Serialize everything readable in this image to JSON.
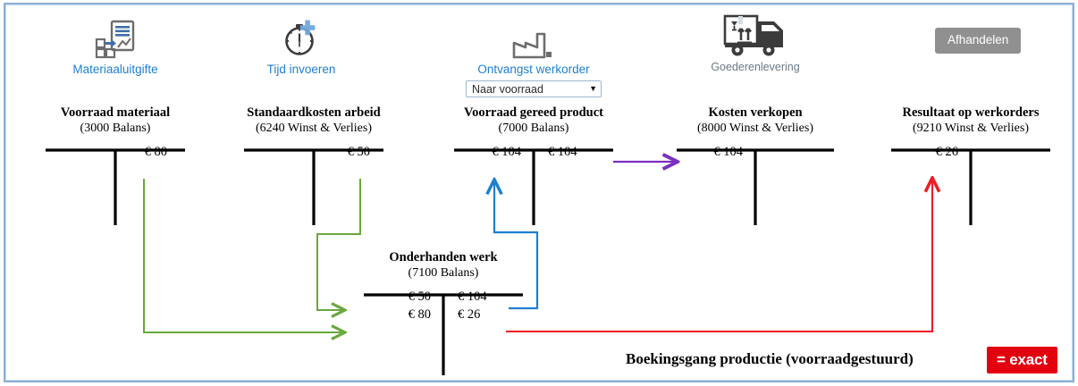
{
  "theme": {
    "frame_border": "#8ab0d6",
    "link_blue": "#1f7fd0",
    "grey_label": "#6b7a86",
    "button_grey": "#909090",
    "exact_red": "#e3000f",
    "flow_green": "#69a83c",
    "flow_blue": "#1f7fd0",
    "flow_purple": "#7b2fbe",
    "flow_red": "#ee1c25",
    "account_black": "#000000"
  },
  "actions": [
    {
      "id": "materiaaluitgifte",
      "icon": "material-issue-icon",
      "label": "Materiaaluitgifte"
    },
    {
      "id": "tijd-invoeren",
      "icon": "stopwatch-plus-icon",
      "label": "Tijd invoeren"
    },
    {
      "id": "ontvangst-werkorder",
      "icon": "factory-icon",
      "label": "Ontvangst werkorder"
    },
    {
      "id": "goederenlevering",
      "icon": "delivery-truck-icon",
      "label": "Goederenlevering"
    }
  ],
  "dropdown": {
    "value": "Naar voorraad",
    "caret": "▼",
    "options": [
      "Naar voorraad"
    ]
  },
  "button": {
    "label": "Afhandelen"
  },
  "accounts": [
    {
      "id": "voorraad-materiaal",
      "title": "Voorraad materiaal",
      "subtitle": "(3000 Balans)",
      "rows": [
        {
          "debit": "",
          "credit": "€ 80"
        }
      ]
    },
    {
      "id": "standaardkosten-arbeid",
      "title": "Standaardkosten arbeid",
      "subtitle": "(6240 Winst & Verlies)",
      "rows": [
        {
          "debit": "",
          "credit": "€ 50"
        }
      ]
    },
    {
      "id": "voorraad-gereed-product",
      "title": "Voorraad gereed product",
      "subtitle": "(7000 Balans)",
      "rows": [
        {
          "debit": "€ 104",
          "credit": "€ 104"
        }
      ]
    },
    {
      "id": "kosten-verkopen",
      "title": "Kosten verkopen",
      "subtitle": "(8000 Winst & Verlies)",
      "rows": [
        {
          "debit": "€ 104",
          "credit": ""
        }
      ]
    },
    {
      "id": "resultaat-op-werkorders",
      "title": "Resultaat op werkorders",
      "subtitle": "(9210 Winst & Verlies)",
      "rows": [
        {
          "debit": "€ 26",
          "credit": ""
        }
      ]
    },
    {
      "id": "onderhanden-werk",
      "title": "Onderhanden werk",
      "subtitle": "(7100 Balans)",
      "rows": [
        {
          "debit": "€ 50",
          "credit": "€ 104"
        },
        {
          "debit": "€ 80",
          "credit": "€ 26"
        }
      ]
    }
  ],
  "footer": {
    "title": "Boekingsgang productie (voorraadgestuurd)",
    "logo": "= exact"
  }
}
